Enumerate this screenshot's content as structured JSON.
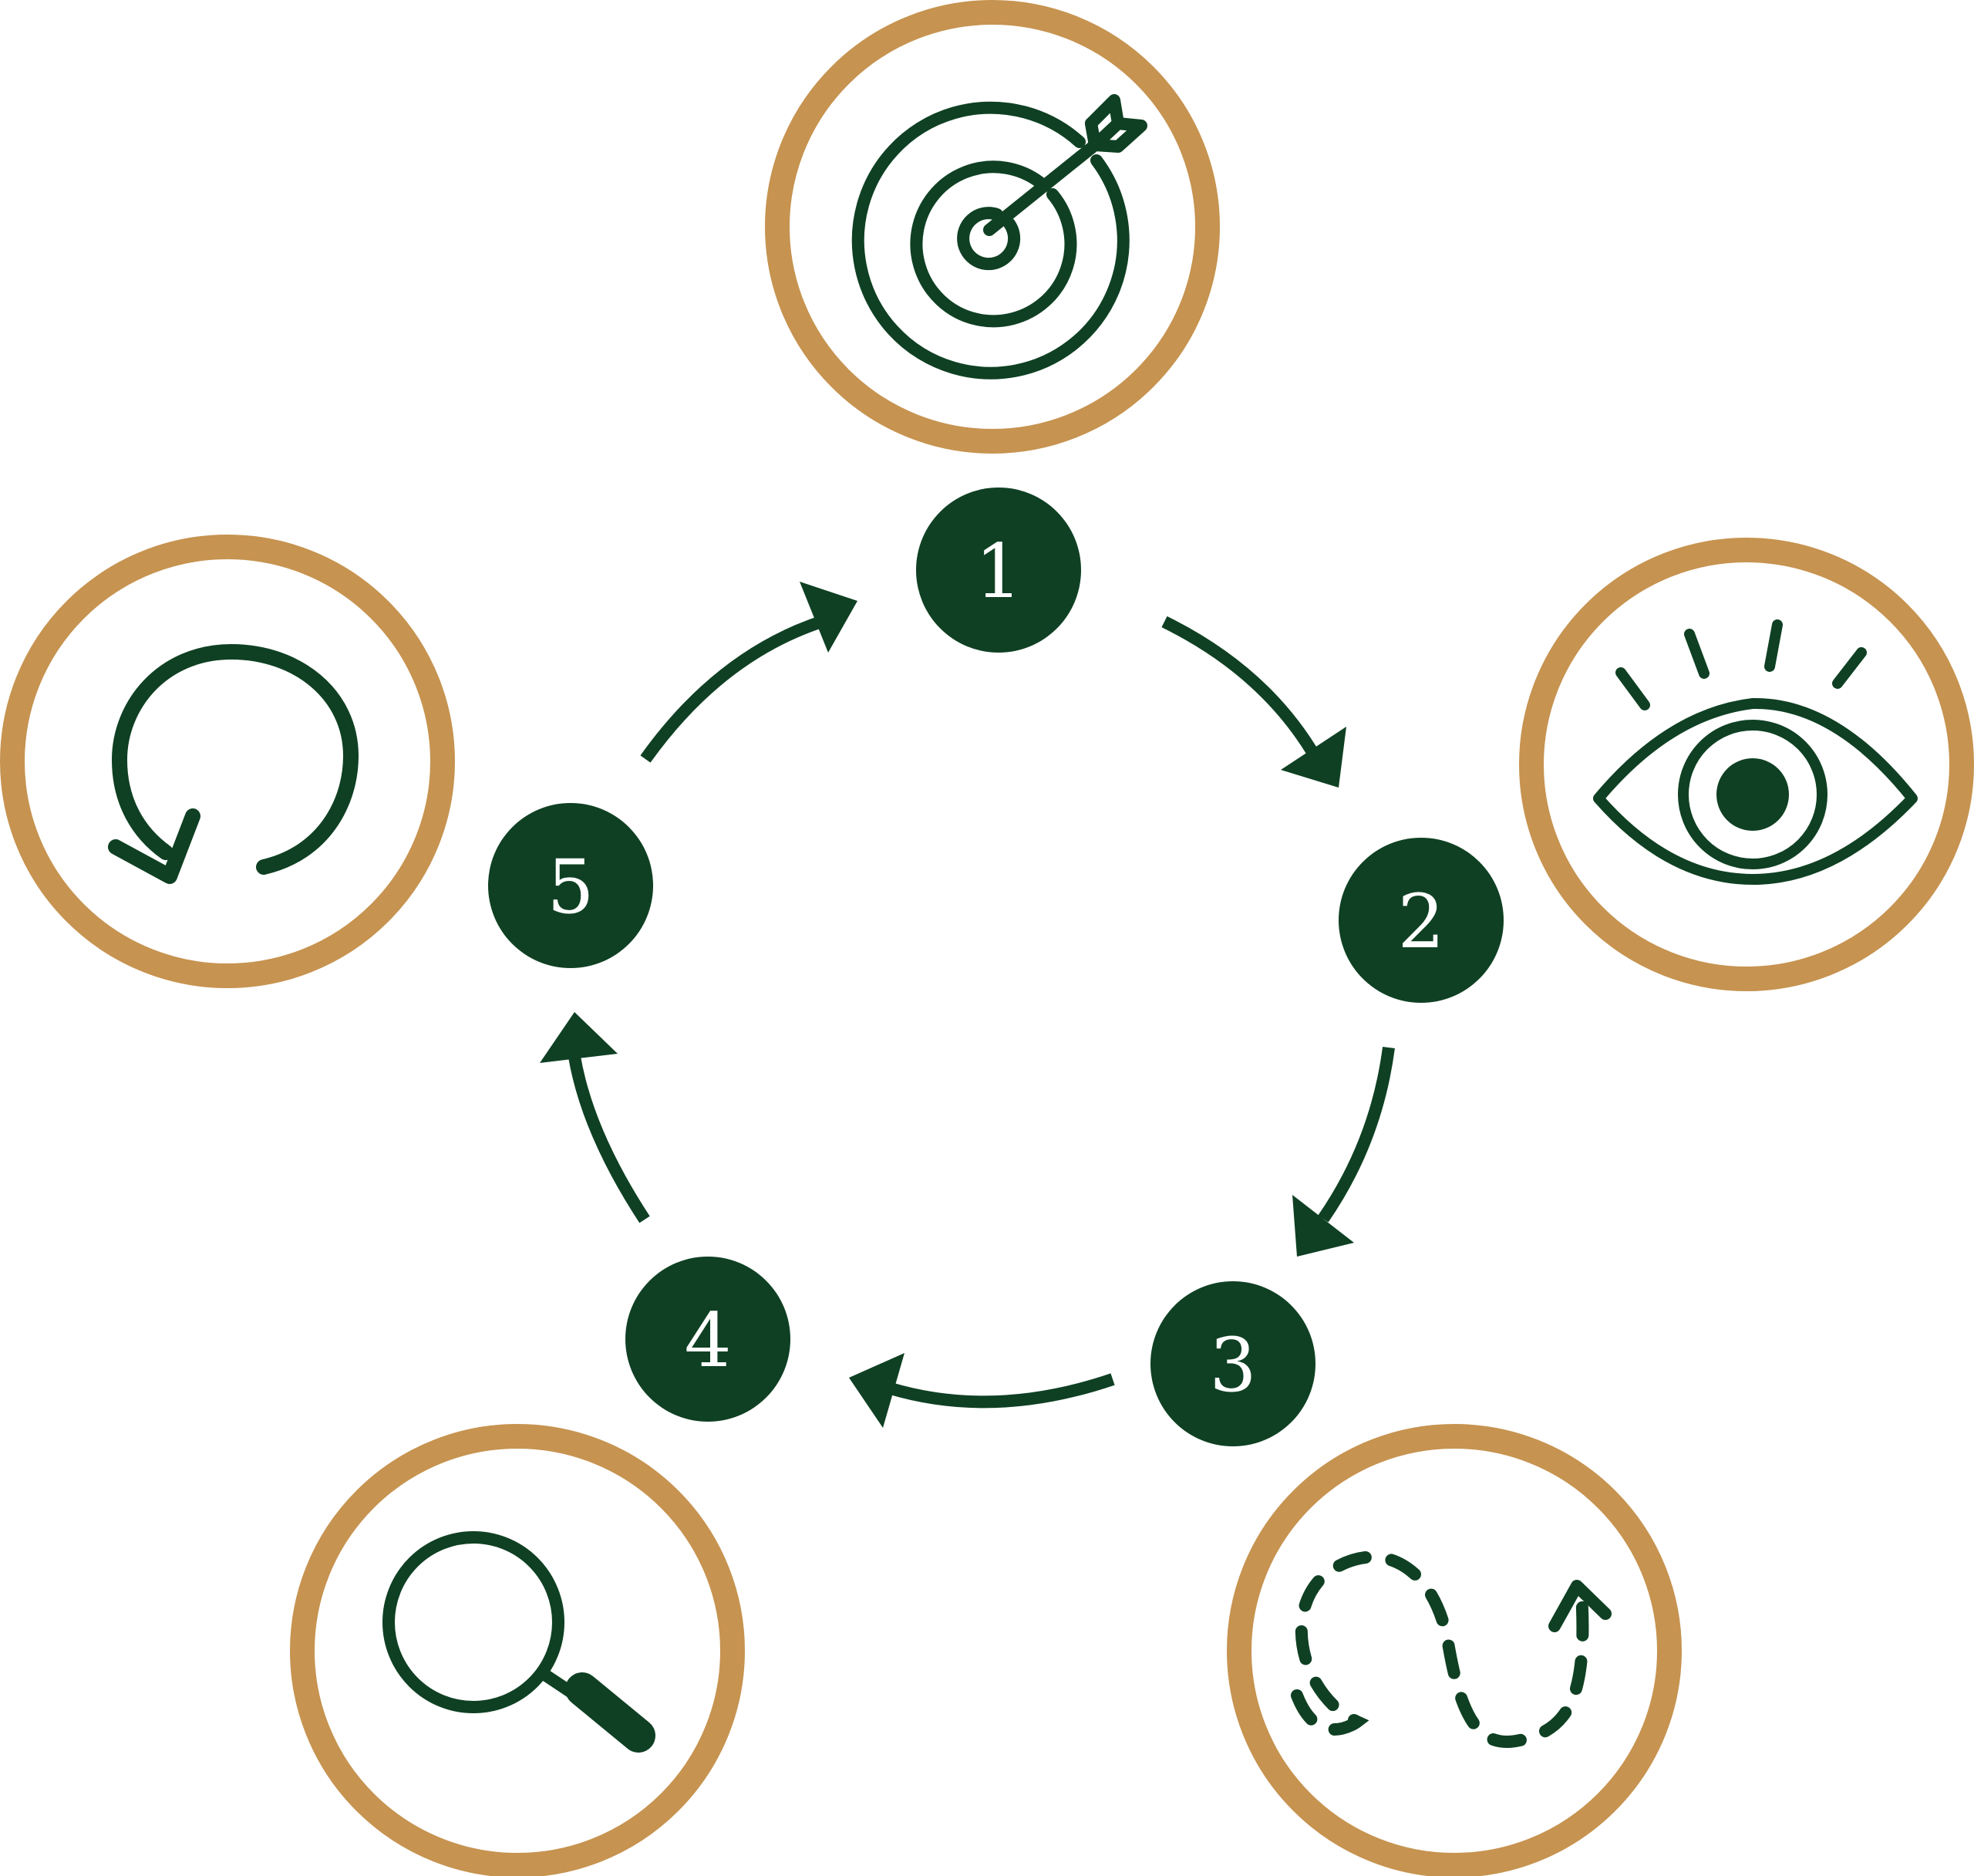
{
  "colors": {
    "ring": "#c69350",
    "dark_green": "#0f4023",
    "background": "#ffffff"
  },
  "steps": [
    {
      "number": "1",
      "icon": "target-arrow-icon"
    },
    {
      "number": "2",
      "icon": "eye-icon"
    },
    {
      "number": "3",
      "icon": "dashed-path-icon"
    },
    {
      "number": "4",
      "icon": "magnifier-icon"
    },
    {
      "number": "5",
      "icon": "refresh-icon"
    }
  ]
}
